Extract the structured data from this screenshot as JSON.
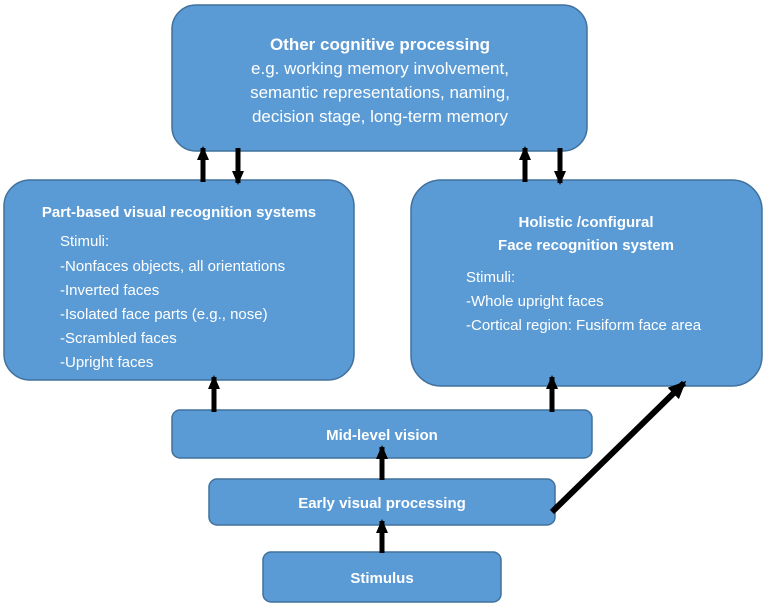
{
  "nodes": {
    "cognitive": {
      "title": "Other cognitive processing",
      "lines": [
        "e.g. working memory involvement,",
        "semantic representations, naming,",
        "decision stage, long-term memory"
      ]
    },
    "part_based": {
      "title": "Part-based visual recognition systems",
      "stimuli_label": "Stimuli:",
      "items": [
        "-Nonfaces objects, all orientations",
        "-Inverted faces",
        "-Isolated face parts (e.g., nose)",
        "-Scrambled faces",
        "-Upright faces"
      ]
    },
    "holistic": {
      "title_line1": "Holistic /configural",
      "title_line2": "Face recognition system",
      "stimuli_label": "Stimuli:",
      "items": [
        "-Whole upright faces",
        "-Cortical region: Fusiform face area"
      ]
    },
    "mid_level": {
      "label": "Mid-level vision"
    },
    "early": {
      "label": "Early visual processing"
    },
    "stimulus": {
      "label": "Stimulus"
    }
  },
  "colors": {
    "box_fill": "#5b9bd5",
    "box_stroke": "#41719c",
    "text": "#ffffff",
    "arrow": "#000000"
  }
}
